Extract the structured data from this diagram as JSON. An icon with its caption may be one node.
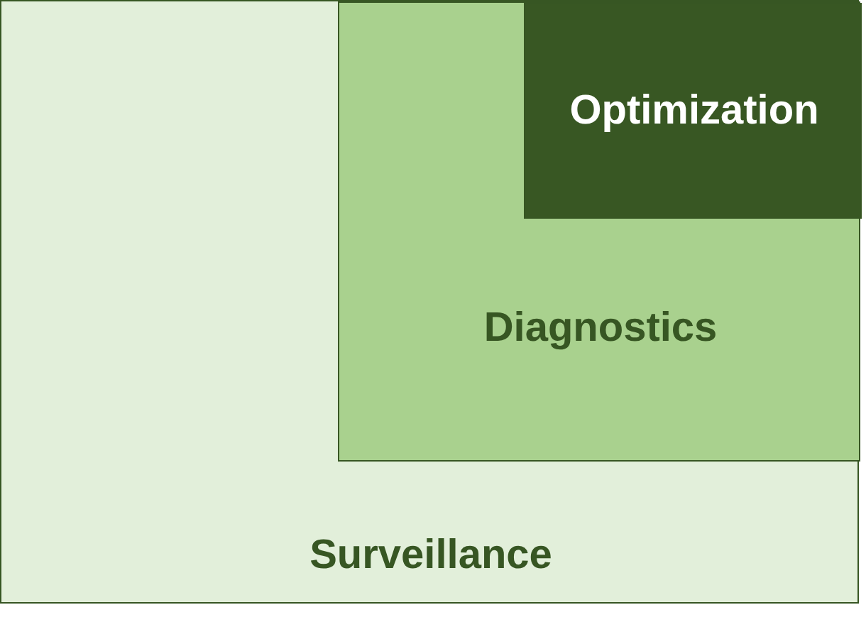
{
  "diagram": {
    "nodes": [
      {
        "text": [
          "Surveillance"
        ]
      },
      {
        "text": [
          "Diagnostics"
        ],
        "in": 0
      },
      {
        "text": [
          "Optimization"
        ],
        "in": 1
      }
    ]
  }
}
